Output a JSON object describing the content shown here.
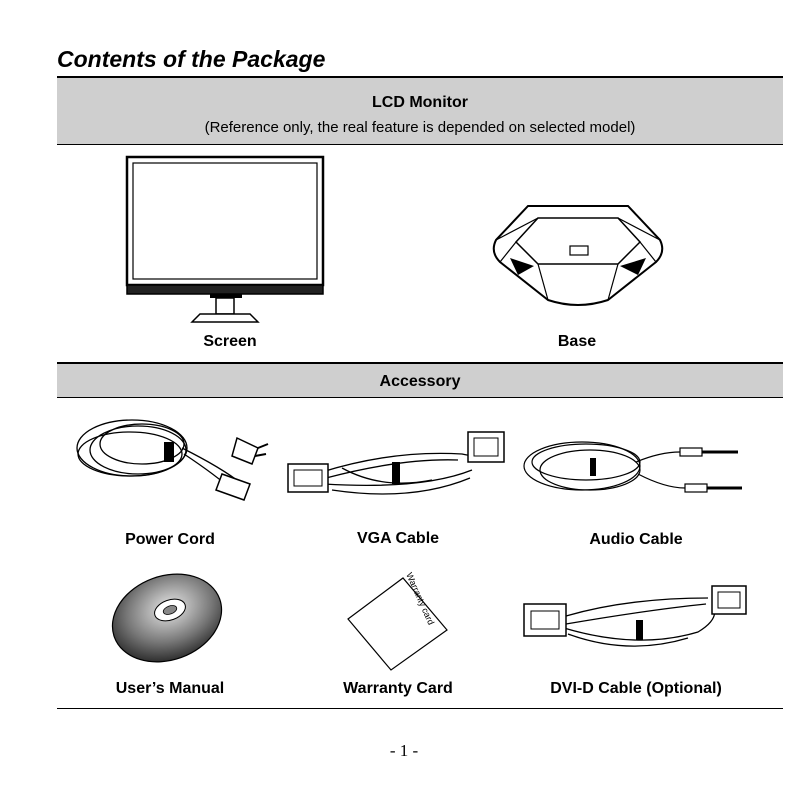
{
  "page": {
    "title": "Contents of the Package",
    "page_number": "- 1 -"
  },
  "monitor_section": {
    "heading": "LCD Monitor",
    "note": "(Reference only, the real feature is depended on selected model)",
    "items": [
      {
        "label": "Screen",
        "icon": "monitor-screen-icon"
      },
      {
        "label": "Base",
        "icon": "monitor-base-icon"
      }
    ]
  },
  "accessory_section": {
    "heading": "Accessory",
    "items": [
      {
        "label": "Power Cord",
        "icon": "power-cord-icon"
      },
      {
        "label": "VGA Cable",
        "icon": "vga-cable-icon"
      },
      {
        "label": "Audio Cable",
        "icon": "audio-cable-icon"
      },
      {
        "label": "User’s Manual",
        "icon": "cd-disc-icon"
      },
      {
        "label": "Warranty Card",
        "icon": "warranty-card-icon"
      },
      {
        "label": "DVI-D Cable (Optional)",
        "icon": "dvi-cable-icon"
      }
    ],
    "warranty_card_text": "Warranty card"
  }
}
